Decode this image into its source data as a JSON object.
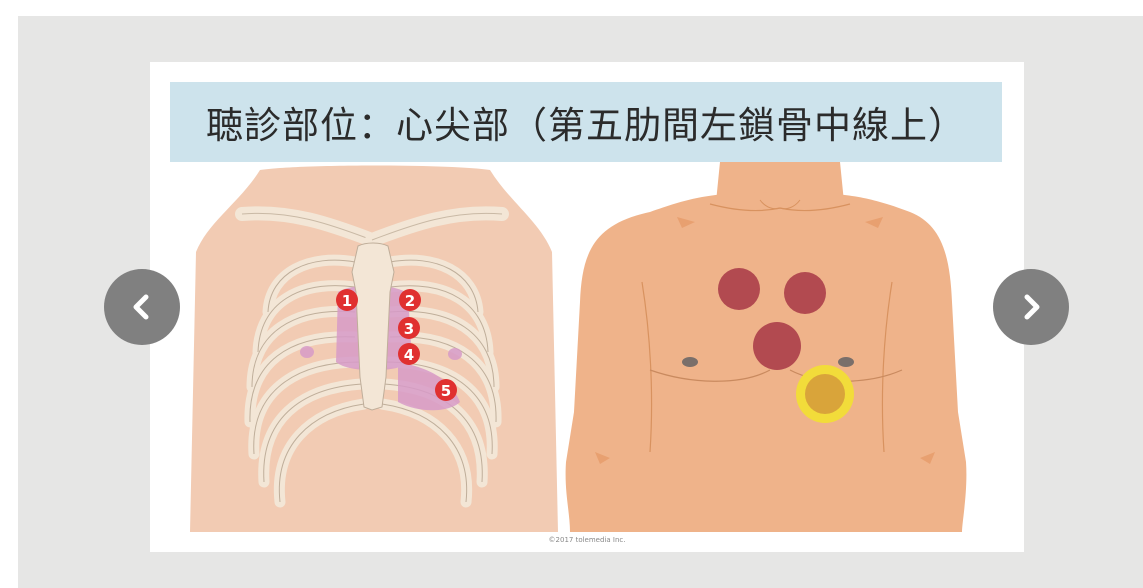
{
  "slide": {
    "title": "聴診部位：心尖部（第五肋間左鎖骨中線上）",
    "copyright": "©2017 tolemedia Inc."
  },
  "markers": {
    "left": [
      "1",
      "2",
      "3",
      "4",
      "5"
    ]
  },
  "nav": {
    "prev_icon": "chevron-left-icon",
    "next_icon": "chevron-right-icon"
  },
  "colors": {
    "background": "#e6e6e5",
    "banner": "#cde3ec",
    "skin_left": "#f2cbb3",
    "skin_right": "#efb38a",
    "bone": "#f3e6d6",
    "marker_red": "#e03030",
    "zone_pink": "#d79bc8",
    "point_dark_red": "#b24a50",
    "point_yellow": "#f2dc3a",
    "nav_button": "#808080"
  }
}
